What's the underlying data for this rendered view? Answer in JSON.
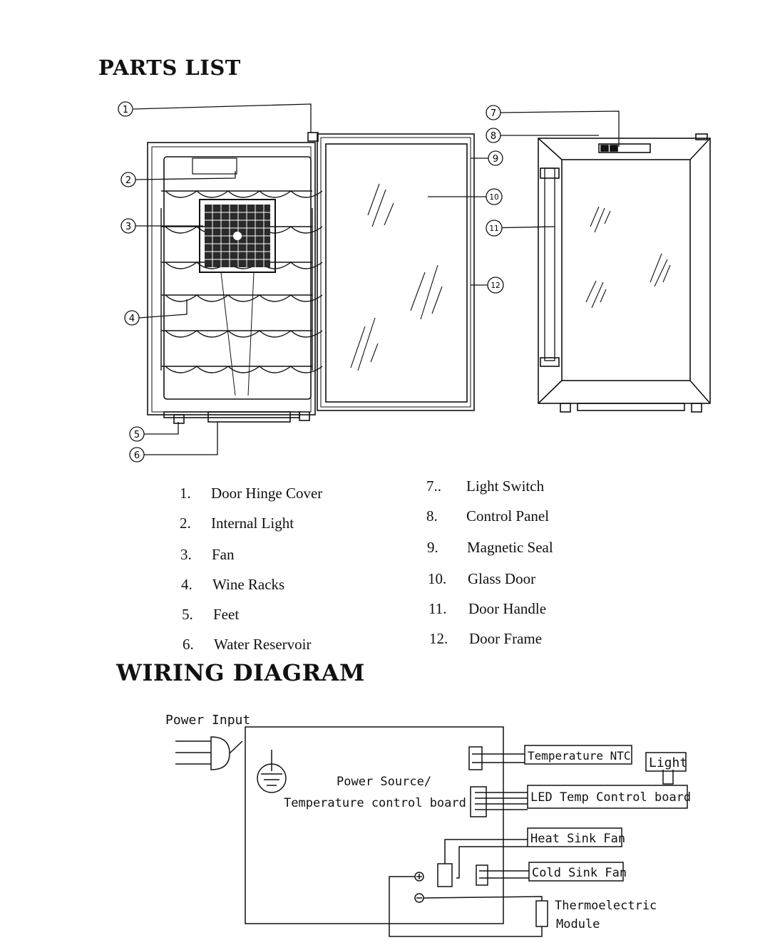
{
  "parts_list": {
    "heading": "PARTS LIST",
    "callouts": [
      "1",
      "2",
      "3",
      "4",
      "5",
      "6",
      "7",
      "8",
      "9",
      "10",
      "11",
      "12"
    ],
    "items": [
      {
        "num": "1.",
        "label": "Door Hinge Cover"
      },
      {
        "num": "2.",
        "label": "Internal Light"
      },
      {
        "num": "3.",
        "label": "Fan"
      },
      {
        "num": "4.",
        "label": "Wine Racks"
      },
      {
        "num": "5.",
        "label": "Feet"
      },
      {
        "num": "6.",
        "label": "Water Reservoir"
      },
      {
        "num": "7..",
        "label": "Light Switch"
      },
      {
        "num": "8.",
        "label": "Control Panel"
      },
      {
        "num": "9.",
        "label": "Magnetic Seal"
      },
      {
        "num": "10.",
        "label": "Glass Door"
      },
      {
        "num": "11.",
        "label": "Door Handle"
      },
      {
        "num": "12.",
        "label": "Door Frame"
      }
    ]
  },
  "wiring_diagram": {
    "heading": "WIRING DIAGRAM",
    "power_input": "Power Input",
    "board_line1": "Power Source/",
    "board_line2": "Temperature control board",
    "temperature_ntc": "Temperature NTC",
    "light": "Light",
    "led_board": "LED Temp Control board",
    "heat_sink_fan": "Heat Sink Fan",
    "cold_sink_fan": "Cold Sink Fan",
    "module_line1": "Thermoelectric",
    "module_line2": "Module"
  }
}
